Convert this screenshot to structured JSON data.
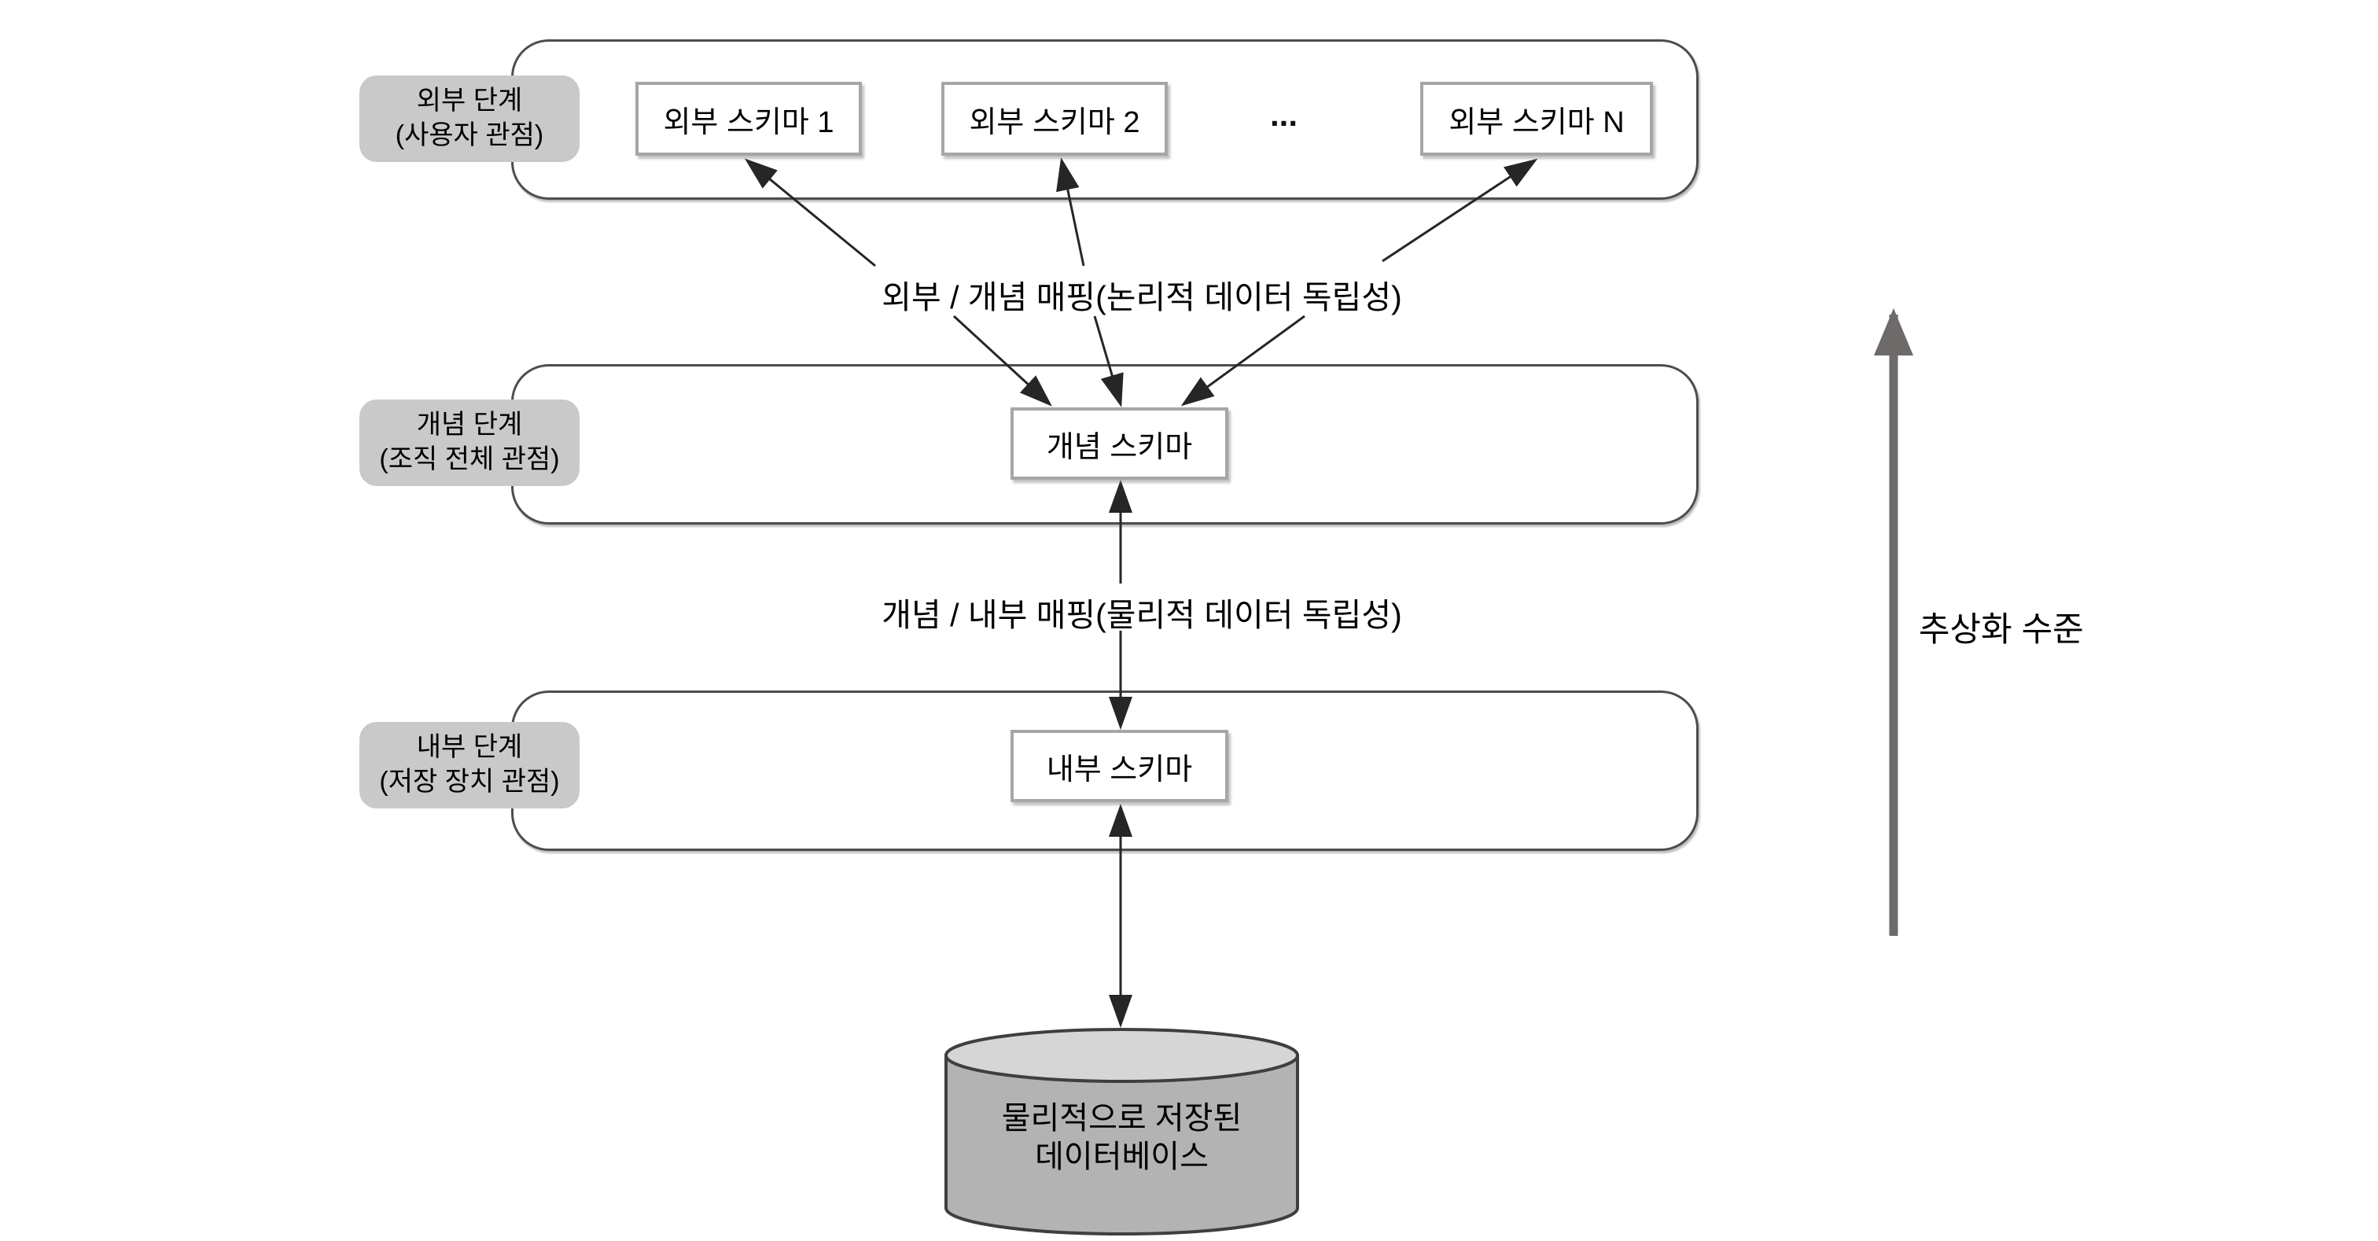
{
  "diagram_title": "three-level-database-architecture",
  "levels": [
    {
      "id": "external",
      "label_line1": "외부 단계",
      "label_line2": "(사용자 관점)",
      "schemas": [
        "외부 스키마 1",
        "외부 스키마 2",
        "외부 스키마 N"
      ],
      "ellipsis": "..."
    },
    {
      "id": "conceptual",
      "label_line1": "개념 단계",
      "label_line2": "(조직 전체 관점)",
      "schema": "개념 스키마"
    },
    {
      "id": "internal",
      "label_line1": "내부 단계",
      "label_line2": "(저장 장치 관점)",
      "schema": "내부 스키마"
    }
  ],
  "mappings": {
    "external_conceptual": "외부 / 개념 매핑(논리적 데이터 독립성)",
    "conceptual_internal": "개념 / 내부 매핑(물리적 데이터 독립성)"
  },
  "database": {
    "line1": "물리적으로 저장된",
    "line2": "데이터베이스"
  },
  "abstraction_axis_label": "추상화 수준",
  "colors": {
    "background": "#ffffff",
    "container_border": "#4d4d4d",
    "label_fill": "#c9c9c9",
    "schema_border": "#a6a6a6",
    "arrow": "#262626",
    "axis_arrow": "#6e6a6a",
    "cylinder_body": "#b3b3b3",
    "cylinder_top": "#d6d6d6",
    "cylinder_stroke": "#3f3f3f"
  }
}
